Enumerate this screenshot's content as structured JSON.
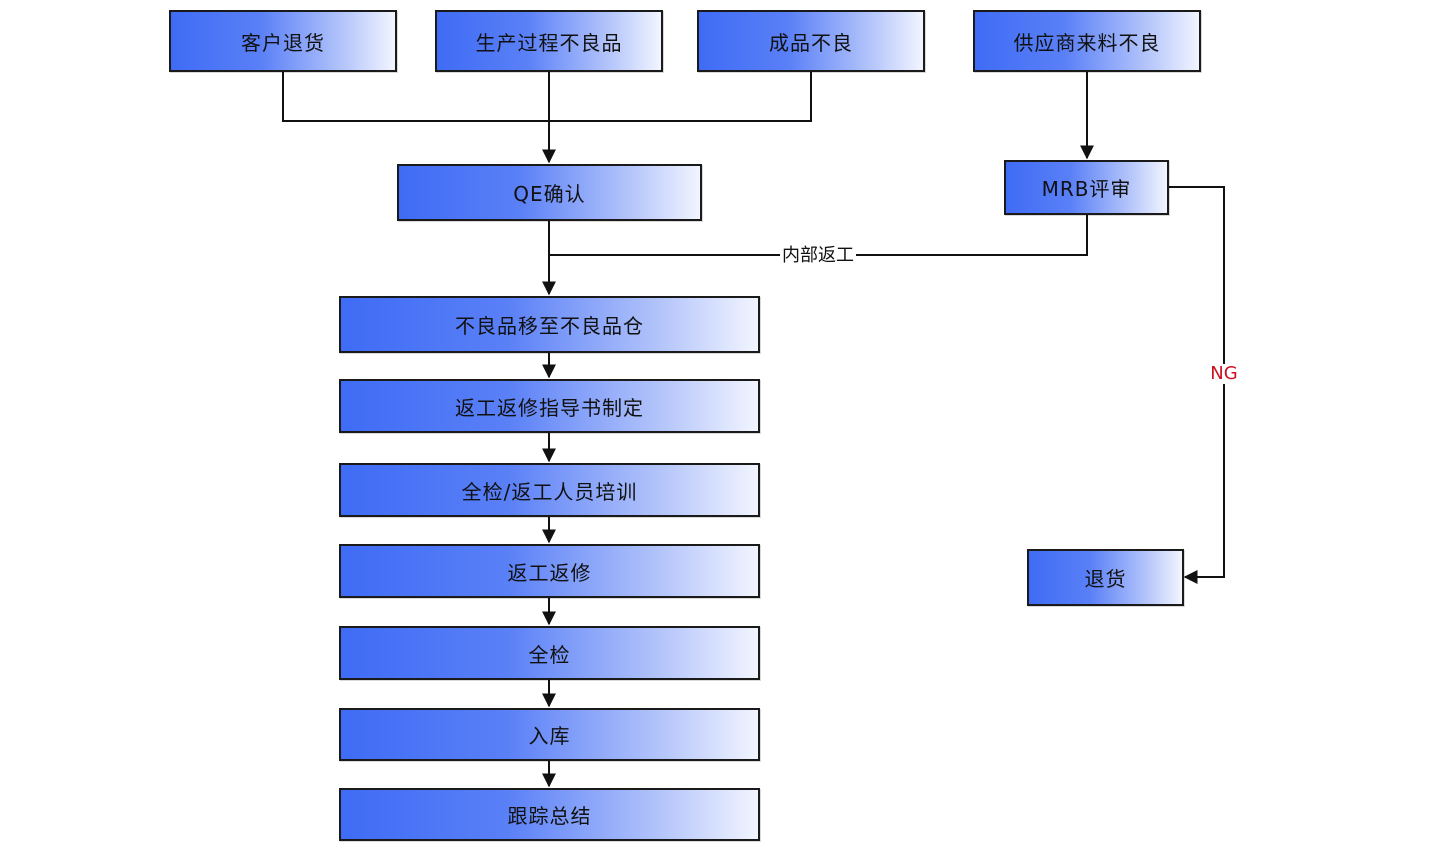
{
  "nodes": {
    "customer_return": "客户退货",
    "process_defect": "生产过程不良品",
    "finished_defect": "成品不良",
    "supplier_defect": "供应商来料不良",
    "qe_confirm": "QE确认",
    "mrb_review": "MRB评审",
    "move_to_defect_warehouse": "不良品移至不良品仓",
    "rework_instruction": "返工返修指导书制定",
    "training": "全检/返工人员培训",
    "rework": "返工返修",
    "full_inspection": "全检",
    "warehousing": "入库",
    "follow_up_summary": "跟踪总结",
    "return_goods": "退货"
  },
  "edge_labels": {
    "internal_rework": "内部返工",
    "ng": "NG"
  },
  "colors": {
    "box_gradient_start": "#3f6cf5",
    "box_gradient_end": "#f2f5ff",
    "line": "#111111",
    "ng_label": "#cc1122"
  }
}
